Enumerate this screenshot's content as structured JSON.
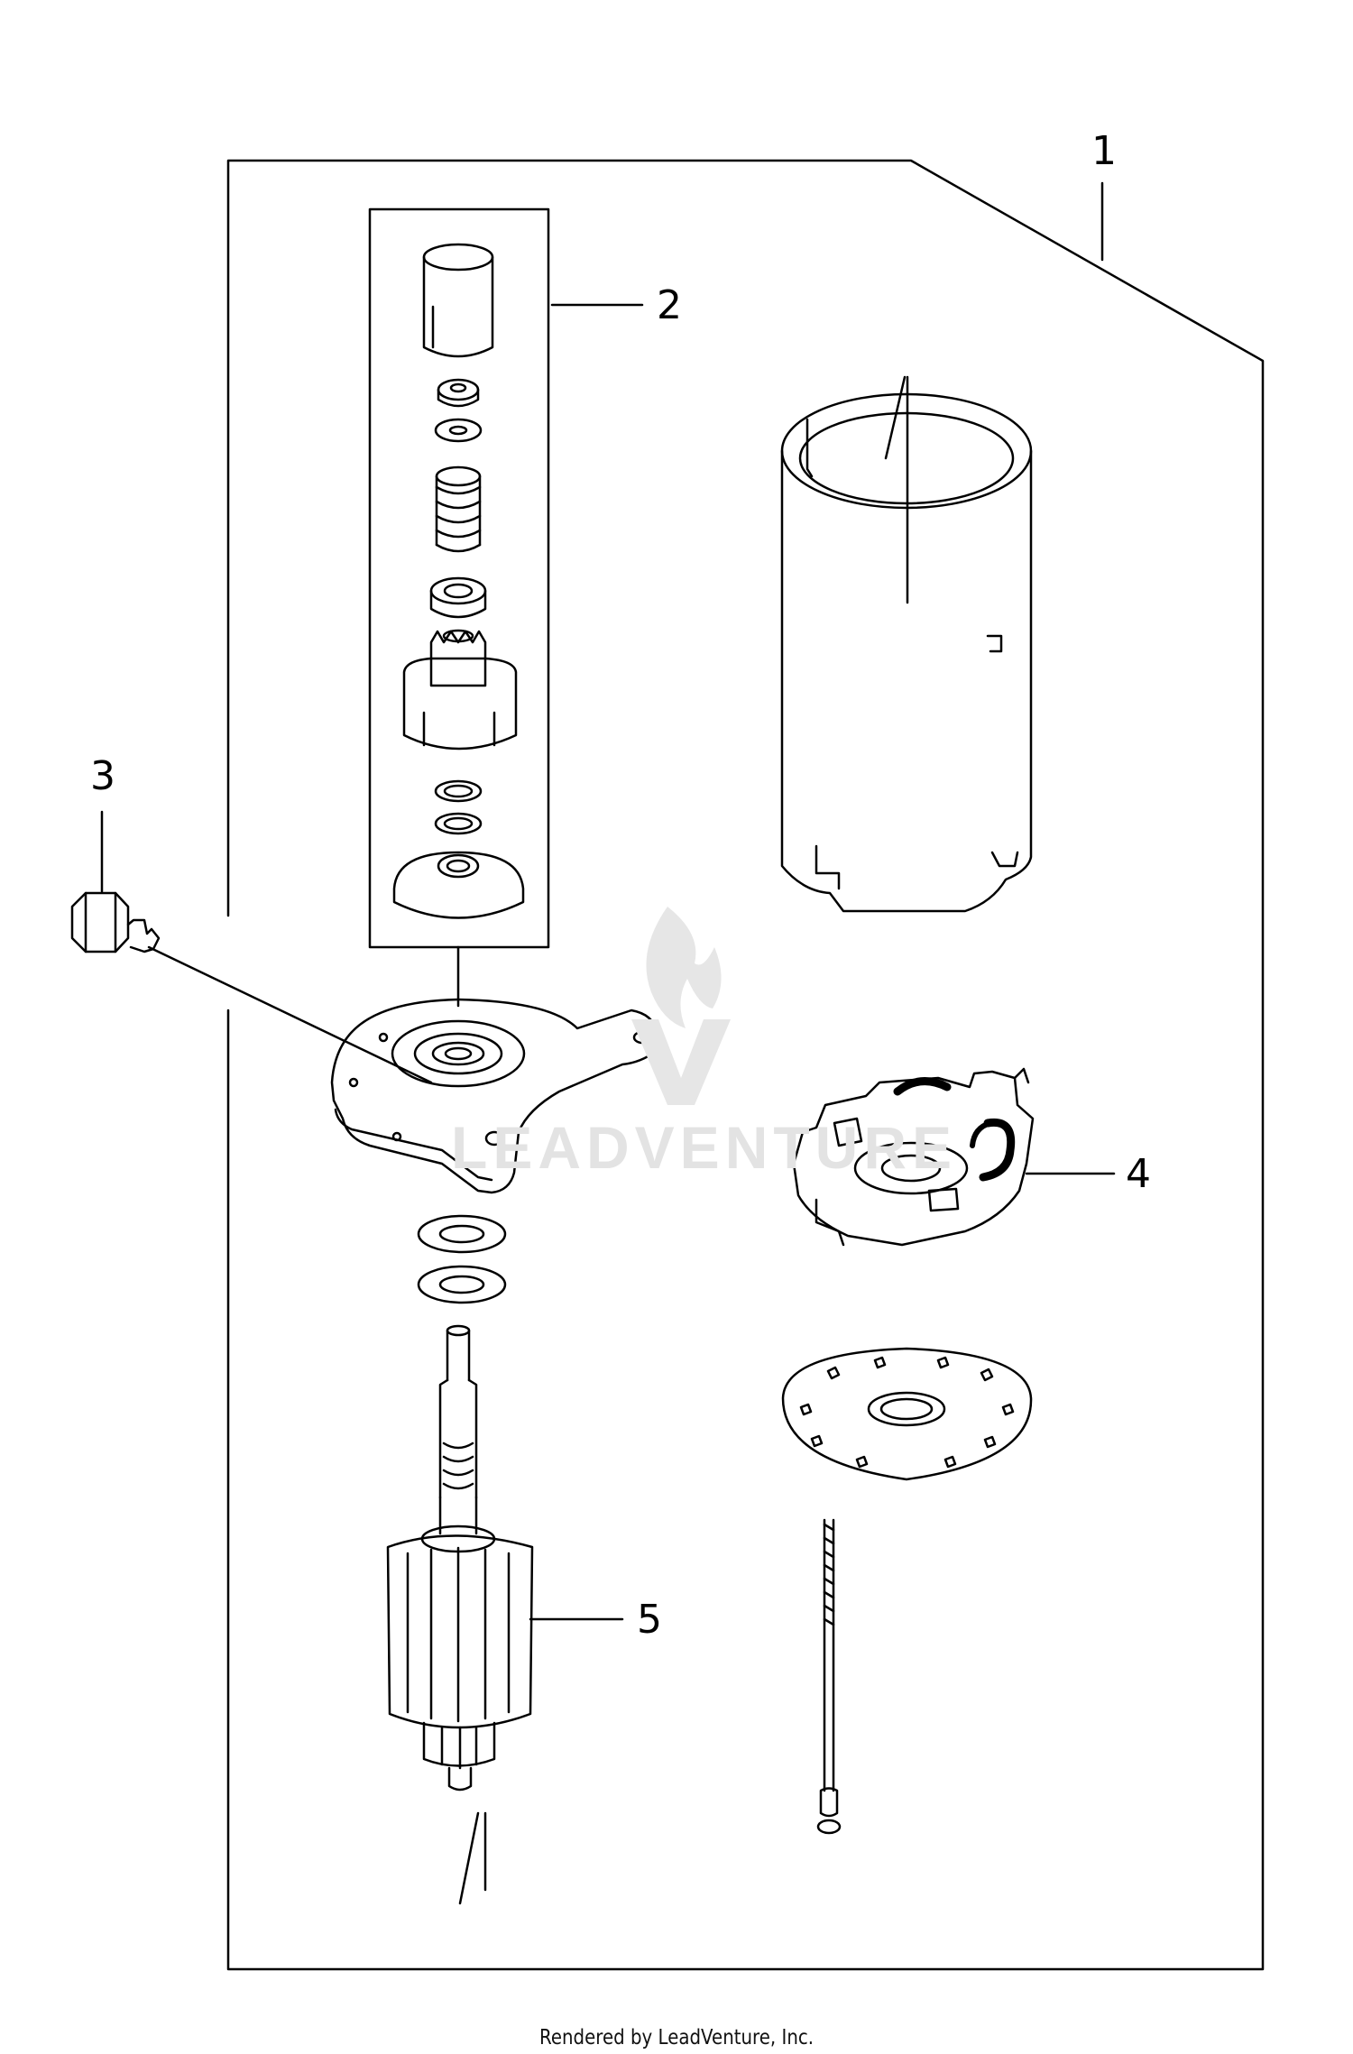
{
  "diagram": {
    "callouts": [
      {
        "id": "1",
        "label": "1"
      },
      {
        "id": "2",
        "label": "2"
      },
      {
        "id": "3",
        "label": "3"
      },
      {
        "id": "4",
        "label": "4"
      },
      {
        "id": "5",
        "label": "5"
      }
    ],
    "watermark": "LEADVENTURE",
    "icons": [
      "flame-logo-icon"
    ],
    "colors": {
      "line": "#000000",
      "background": "#ffffff",
      "watermark": "#e3e3e3"
    }
  },
  "footer": {
    "text": "Rendered by LeadVenture, Inc."
  }
}
